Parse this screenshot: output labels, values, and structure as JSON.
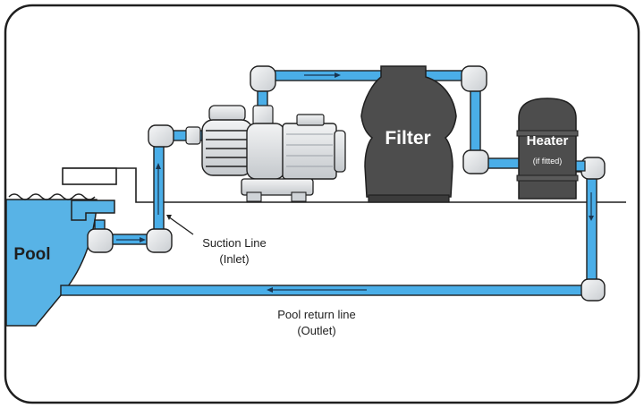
{
  "labels": {
    "pool": "Pool",
    "filter": "Filter",
    "heater": "Heater",
    "heater_note": "(if fitted)",
    "suction_line": "Suction Line",
    "suction_line_sub": "(Inlet)",
    "return_line": "Pool return line",
    "return_line_sub": "(Outlet)"
  },
  "colors": {
    "pipe_water": "#4aaee8",
    "pipe_fitting": "#e4e6e8",
    "pool_water": "#58b3e6",
    "tank": "#4d4d4d",
    "outline": "#1f1f1f",
    "arrow": "#1a3550"
  }
}
